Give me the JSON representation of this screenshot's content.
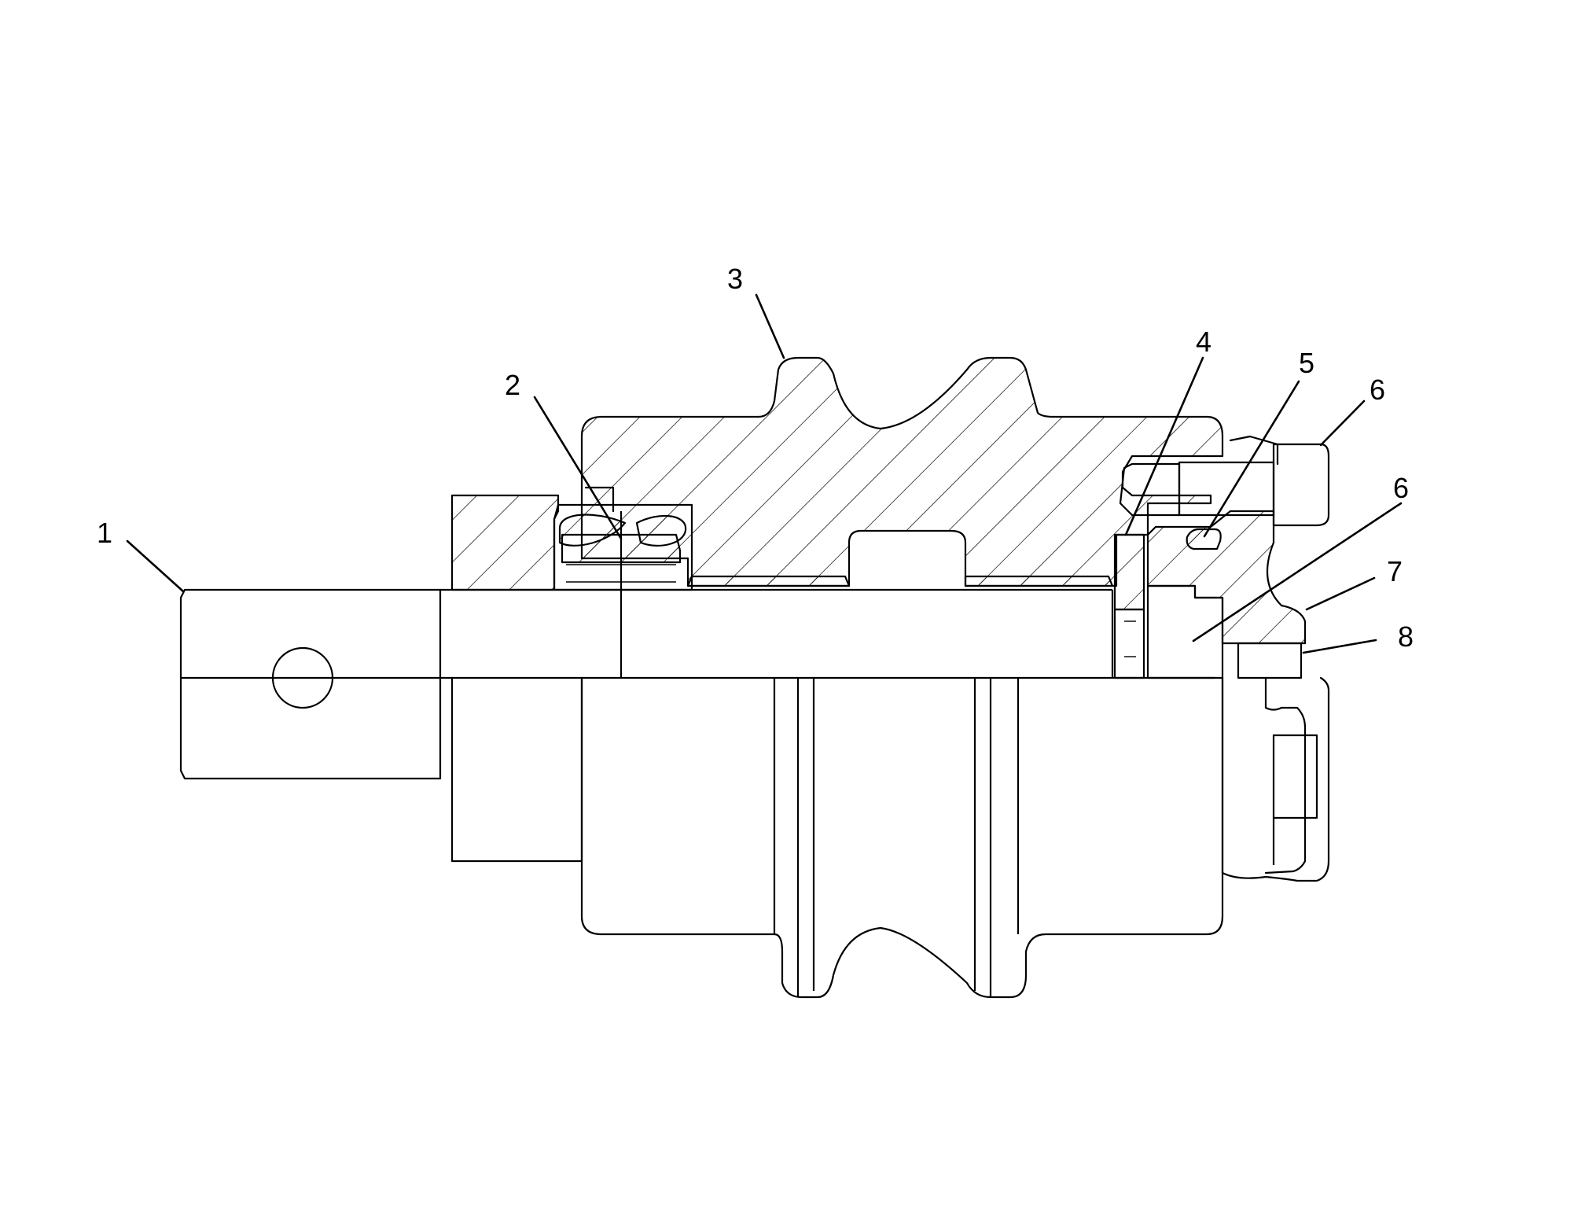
{
  "figure": {
    "callouts": [
      {
        "id": "callout-1",
        "label": "1"
      },
      {
        "id": "callout-2",
        "label": "2"
      },
      {
        "id": "callout-3",
        "label": "3"
      },
      {
        "id": "callout-4",
        "label": "4"
      },
      {
        "id": "callout-5",
        "label": "5"
      },
      {
        "id": "callout-6a",
        "label": "6"
      },
      {
        "id": "callout-6b",
        "label": "6"
      },
      {
        "id": "callout-7",
        "label": "7"
      },
      {
        "id": "callout-8",
        "label": "8"
      }
    ]
  }
}
